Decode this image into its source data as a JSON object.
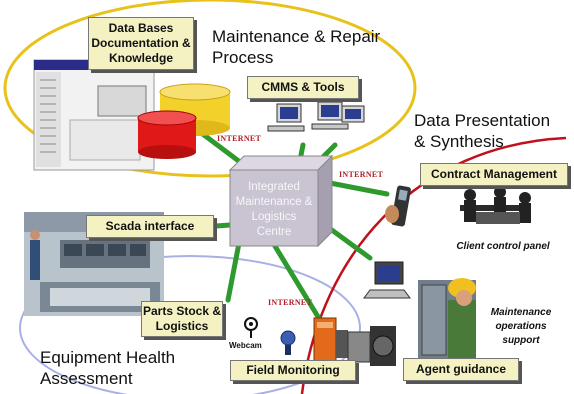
{
  "regions": {
    "maintenance": "Maintenance & Repair Process",
    "data_presentation": "Data Presentation & Synthesis",
    "equipment_health": "Equipment Health Assessment"
  },
  "centre": "Integrated Maintenance & Logistics Centre",
  "boxes": {
    "databases": "Data Bases Documentation & Knowledge",
    "cmms": "CMMS & Tools",
    "contract": "Contract Management",
    "scada": "Scada interface",
    "parts": "Parts Stock & Logistics",
    "field": "Field Monitoring",
    "agent": "Agent guidance"
  },
  "internet_label": "INTERNET",
  "captions": {
    "client_panel": "Client control panel",
    "maint_support": "Maintenance operations support",
    "webcam": "Webcam"
  },
  "colors": {
    "ellipse_yellow": "#e8c21a",
    "ellipse_blue": "#a9b0e6",
    "arc_red": "#c0101a",
    "link_green": "#2e9a2e",
    "box_fill": "#f4f2c2",
    "centre_fill": "#c9c3d2"
  }
}
